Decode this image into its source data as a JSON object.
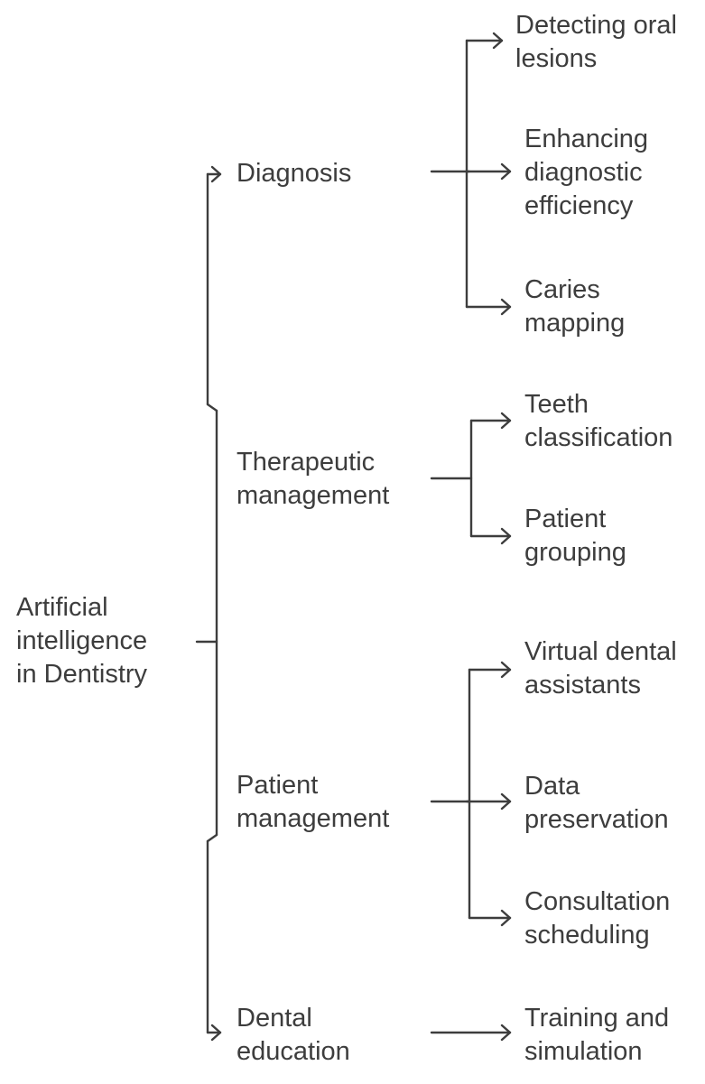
{
  "diagram": {
    "line_color": "#3d3d3d",
    "text_color": "#3d3d3d",
    "root": {
      "lines": [
        "Artificial",
        "intelligence",
        "in Dentistry"
      ]
    },
    "branches": [
      {
        "id": "diagnosis",
        "lines": [
          "Diagnosis"
        ],
        "leaves": [
          {
            "id": "detecting-oral-lesions",
            "lines": [
              "Detecting oral",
              "lesions"
            ]
          },
          {
            "id": "enhancing-diagnostic-efficiency",
            "lines": [
              "Enhancing",
              "diagnostic",
              "efficiency"
            ]
          },
          {
            "id": "caries-mapping",
            "lines": [
              "Caries",
              "mapping"
            ]
          }
        ]
      },
      {
        "id": "therapeutic-management",
        "lines": [
          "Therapeutic",
          "management"
        ],
        "leaves": [
          {
            "id": "teeth-classification",
            "lines": [
              "Teeth",
              "classification"
            ]
          },
          {
            "id": "patient-grouping",
            "lines": [
              "Patient",
              "grouping"
            ]
          }
        ]
      },
      {
        "id": "patient-management",
        "lines": [
          "Patient",
          "management"
        ],
        "leaves": [
          {
            "id": "virtual-dental-assistants",
            "lines": [
              "Virtual dental",
              "assistants"
            ]
          },
          {
            "id": "data-preservation",
            "lines": [
              "Data",
              "preservation"
            ]
          },
          {
            "id": "consultation-scheduling",
            "lines": [
              "Consultation",
              "scheduling"
            ]
          }
        ]
      },
      {
        "id": "dental-education",
        "lines": [
          "Dental",
          "education"
        ],
        "leaves": [
          {
            "id": "training-and-simulation",
            "lines": [
              "Training and",
              "simulation"
            ]
          }
        ]
      }
    ]
  }
}
